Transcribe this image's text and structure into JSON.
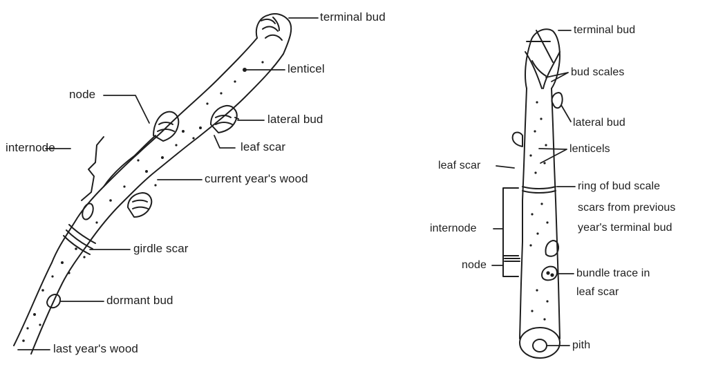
{
  "left_diagram": {
    "labels": {
      "terminal_bud": "terminal bud",
      "lenticel": "lenticel",
      "node": "node",
      "lateral_bud": "lateral bud",
      "internode": "internode",
      "leaf_scar": "leaf scar",
      "current_years_wood": "current year's wood",
      "girdle_scar": "girdle scar",
      "dormant_bud": "dormant bud",
      "last_years_wood": "last year's wood"
    }
  },
  "right_diagram": {
    "labels": {
      "terminal_bud": "terminal bud",
      "bud_scales": "bud scales",
      "lateral_bud": "lateral bud",
      "lenticels": "lenticels",
      "leaf_scar": "leaf scar",
      "ring_line1": "ring of bud scale",
      "ring_line2": "scars from previous",
      "ring_line3": "year's terminal bud",
      "internode": "internode",
      "node": "node",
      "bundle_line1": "bundle trace in",
      "bundle_line2": "leaf scar",
      "pith": "pith"
    }
  },
  "colors": {
    "ink": "#1e1e1e",
    "paper": "#ffffff"
  }
}
